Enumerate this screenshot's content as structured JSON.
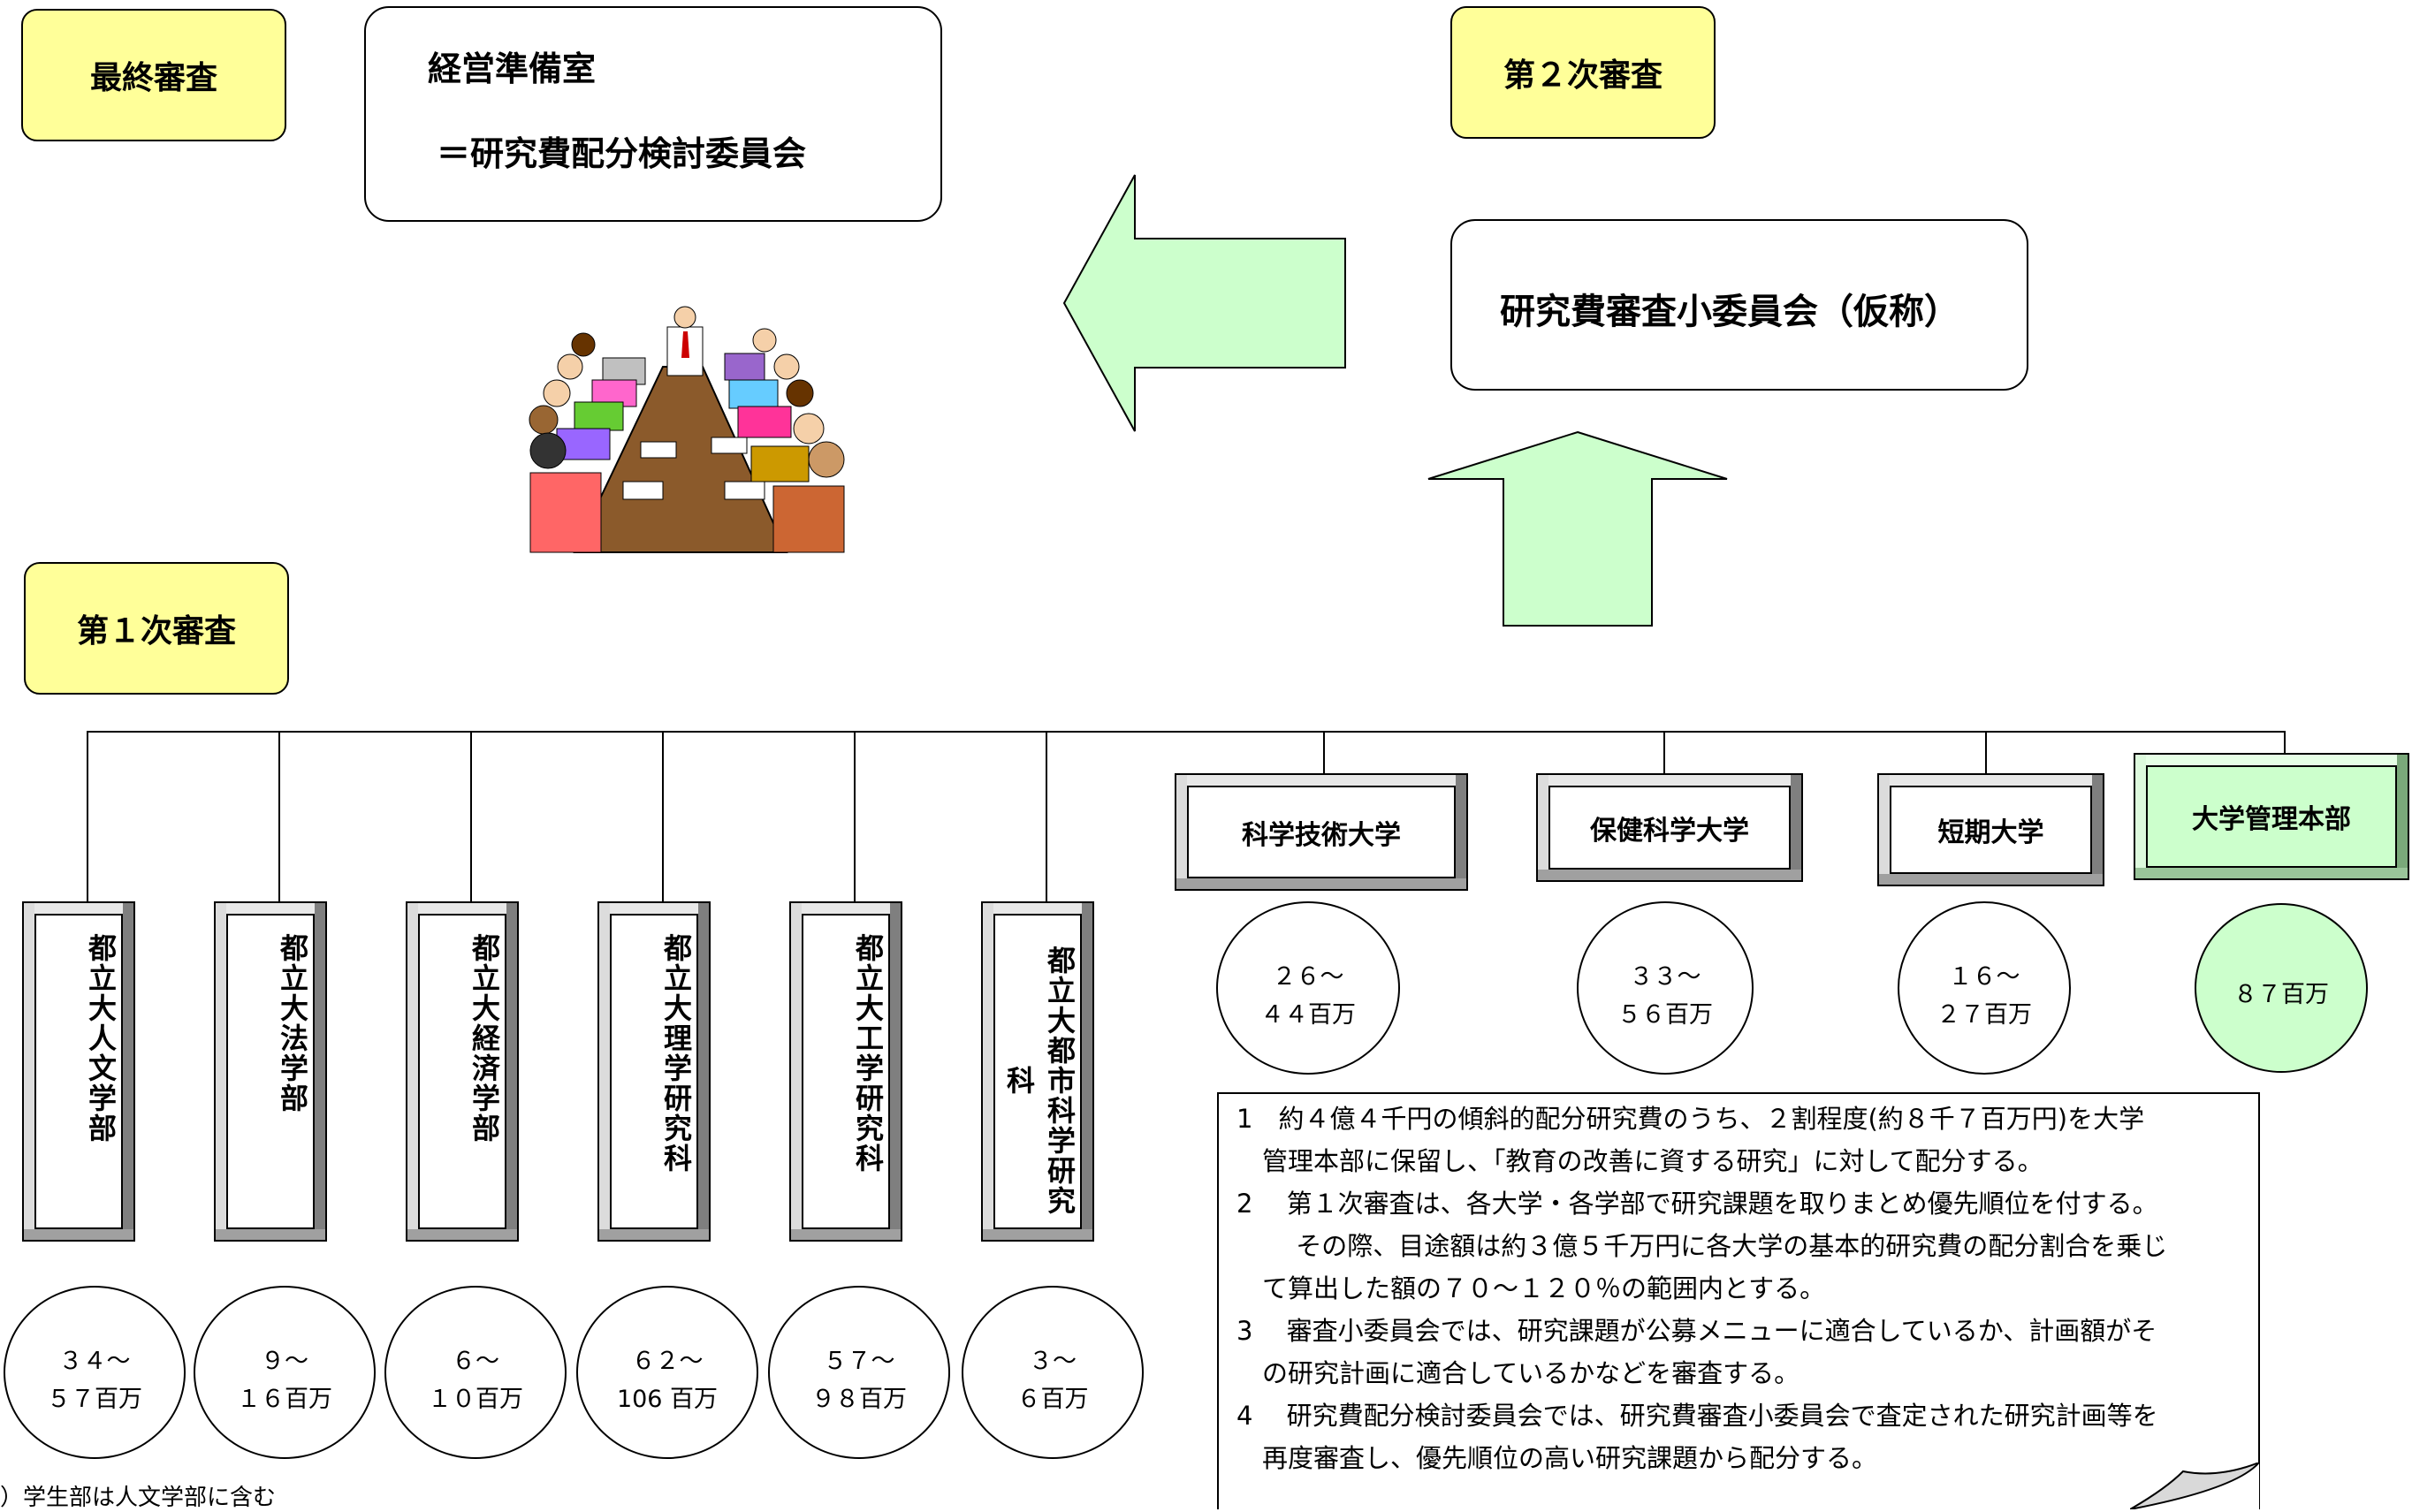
{
  "labels": {
    "final": "最終審査",
    "second": "第２次審査",
    "first": "第１次審査"
  },
  "final_box": {
    "line1": "経営準備室",
    "line2": "＝研究費配分検討委員会"
  },
  "second_box": {
    "text": "研究費審査小委員会（仮称）"
  },
  "faculties": [
    {
      "name": "都立大人文学部",
      "amount_top": "３４～",
      "amount_bottom": "５７百万"
    },
    {
      "name": "都立大法学部",
      "amount_top": "９～",
      "amount_bottom": "１６百万"
    },
    {
      "name": "都立大経済学部",
      "amount_top": "６～",
      "amount_bottom": "１０百万"
    },
    {
      "name": "都立大理学研究科",
      "amount_top": "６２～",
      "amount_bottom": "106 百万"
    },
    {
      "name": "都立大工学研究科",
      "amount_top": "５７～",
      "amount_bottom": "９８百万"
    },
    {
      "name": "都立大都市科学研究科",
      "amount_top": "３～",
      "amount_bottom": "６百万"
    }
  ],
  "universities": [
    {
      "name": "科学技術大学",
      "amount_top": "２６～",
      "amount_bottom": "４４百万"
    },
    {
      "name": "保健科学大学",
      "amount_top": "３３～",
      "amount_bottom": "５６百万"
    },
    {
      "name": "短期大学",
      "amount_top": "１６～",
      "amount_bottom": "２７百万"
    },
    {
      "name": "大学管理本部",
      "amount_top": "",
      "amount_bottom": "８７百万"
    }
  ],
  "footnote": "）学生部は人文学部に含む",
  "notes": [
    "1　約４億４千円の傾斜的配分研究費のうち、２割程度(約８千７百万円)を大学",
    "　管理本部に保留し、「教育の改善に資する研究」に対して配分する。",
    "2　 第１次審査は、各大学・各学部で研究課題を取りまとめ優先順位を付する。",
    "　　 その際、目途額は約３億５千万円に各大学の基本的研究費の配分割合を乗じ",
    "　て算出した額の７０～１２０％の範囲内とする。",
    "3　 審査小委員会では、研究課題が公募メニューに適合しているか、計画額がそ",
    "　の研究計画に適合しているかなどを審査する。",
    "4　 研究費配分検討委員会では、研究費審査小委員会で査定された研究計画等を",
    "　再度審査し、優先順位の高い研究課題から配分する。"
  ],
  "colors": {
    "label_fill": "#ffff99",
    "arrow_fill": "#ccffcc",
    "highlight_fill": "#ccffcc"
  }
}
